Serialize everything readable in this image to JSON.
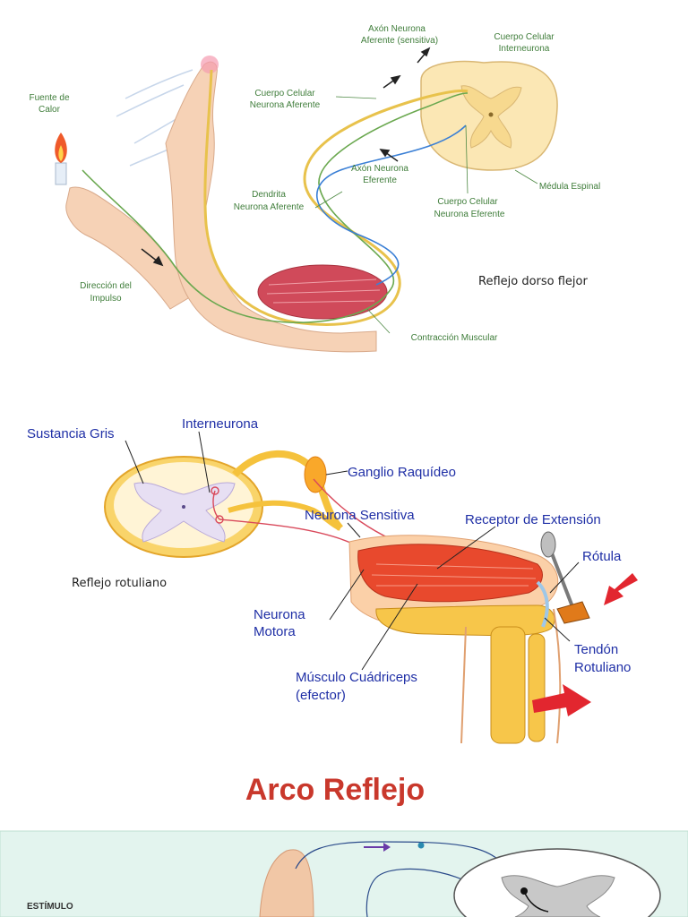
{
  "diagram1": {
    "caption": "Reflejo dorso flejor",
    "labels": {
      "fuente_line1": "Fuente de",
      "fuente_line2": "Calor",
      "axon_aferente_line1": "Axón Neurona",
      "axon_aferente_line2": "Aferente (sensitiva)",
      "cuerpo_inter_line1": "Cuerpo Celular",
      "cuerpo_inter_line2": "Interneurona",
      "cuerpo_aferente_line1": "Cuerpo Celular",
      "cuerpo_aferente_line2": "Neurona Aferente",
      "axon_eferente_line1": "Axón Neurona",
      "axon_eferente_line2": "Eferente",
      "dendrita_line1": "Dendrita",
      "dendrita_line2": "Neurona Aferente",
      "cuerpo_eferente_line1": "Cuerpo Celular",
      "cuerpo_eferente_line2": "Neurona Eferente",
      "medula": "Médula Espinal",
      "direccion_line1": "Dirección del",
      "direccion_line2": "Impulso",
      "contraccion": "Contracción Muscular"
    },
    "colors": {
      "label": "#3f7d3a",
      "skin": "#f6d2b6",
      "muscle": "#d04a5a",
      "cord": "#fbe7b4"
    }
  },
  "diagram2": {
    "caption": "Reflejo rotuliano",
    "labels": {
      "sustancia_gris": "Sustancia Gris",
      "interneurona": "Interneurona",
      "ganglio": "Ganglio Raquídeo",
      "neurona_sensitiva": "Neurona Sensitiva",
      "receptor": "Receptor de Extensión",
      "rotula": "Rótula",
      "neurona_motora_line1": "Neurona",
      "neurona_motora_line2": "Motora",
      "tendon_line1": "Tendón",
      "tendon_line2": "Rotuliano",
      "musculo_line1": "Músculo Cuádriceps",
      "musculo_line2": "(efector)"
    },
    "colors": {
      "label": "#1f2fa6",
      "bone": "#f7c64a",
      "muscle": "#e8492d",
      "arrow": "#e2262f"
    }
  },
  "diagram3": {
    "title": "Arco Reflejo",
    "label": "ESTÍMULO",
    "colors": {
      "title": "#c9382c",
      "panel": "#e3f4ee"
    }
  }
}
